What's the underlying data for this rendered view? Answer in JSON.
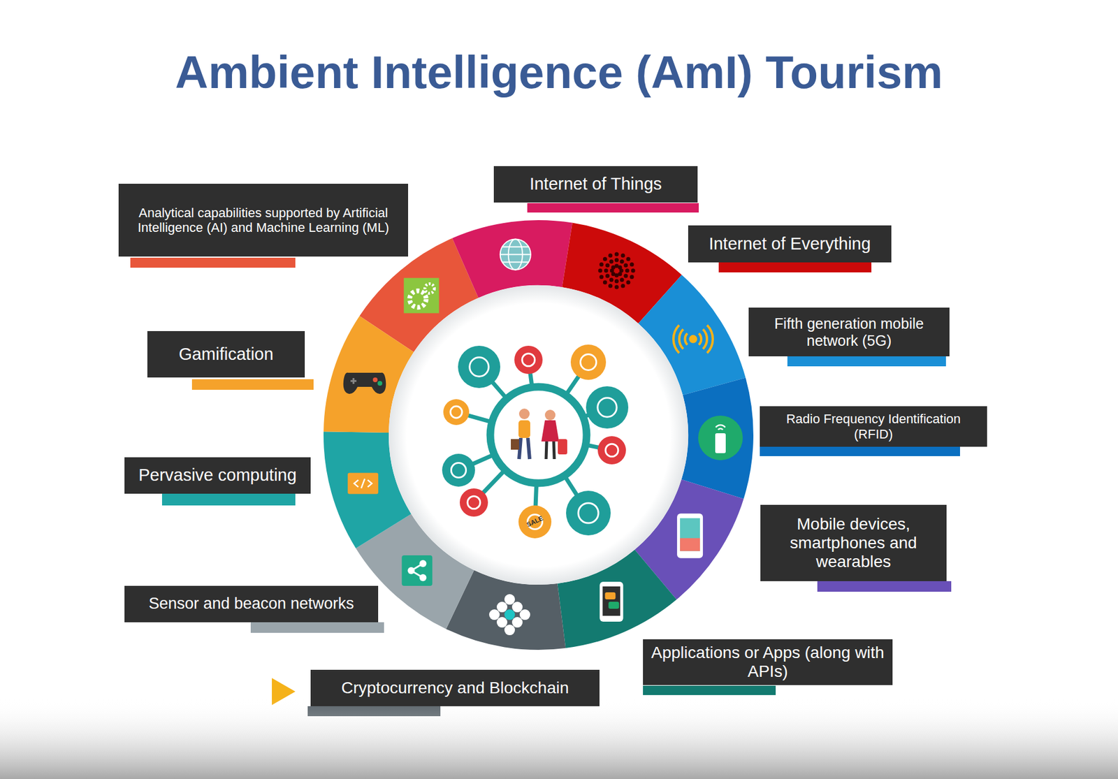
{
  "diagram": {
    "title": "Ambient Intelligence (AmI) Tourism",
    "nodes": [
      {
        "text": [
          "Analytical capabilities supported by Artificial Intelligence (AI) and Machine Learning (ML)"
        ]
      },
      {
        "text": [
          "Internet of Things"
        ]
      },
      {
        "text": [
          "Internet of Everything"
        ]
      },
      {
        "text": [
          "Fifth generation mobile network (5G)"
        ]
      },
      {
        "text": [
          "Radio Frequency Identification (RFID)"
        ]
      },
      {
        "text": [
          "Mobile devices, smartphones and wearables"
        ]
      },
      {
        "text": [
          "Applications or Apps (along with APIs)"
        ]
      },
      {
        "text": [
          "Cryptocurrency and Blockchain"
        ]
      },
      {
        "text": [
          "Sensor and beacon networks"
        ]
      },
      {
        "text": [
          "Pervasive computing"
        ]
      },
      {
        "text": [
          "Gamification"
        ]
      }
    ],
    "labels": [
      "SALE"
    ]
  }
}
